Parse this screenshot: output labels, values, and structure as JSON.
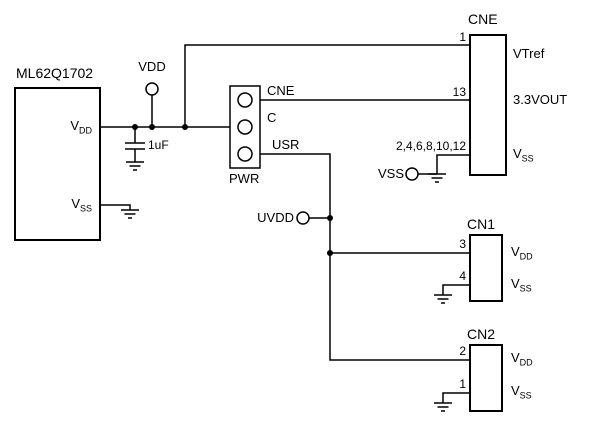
{
  "diagram": {
    "mcu": {
      "title": "ML62Q1702",
      "pin_vdd": {
        "base": "V",
        "sub": "DD"
      },
      "pin_vss": {
        "base": "V",
        "sub": "SS"
      }
    },
    "power": {
      "vdd_label": "VDD",
      "cap_value": "1uF",
      "uvdd_label": "UVDD",
      "vss_label": "VSS"
    },
    "pwr_block": {
      "title": "PWR",
      "pin_top": "CNE",
      "pin_mid": "C",
      "pin_bottom": "USR"
    },
    "cne": {
      "title": "CNE",
      "pin1_num": "1",
      "pin1_name": "VTref",
      "pin13_num": "13",
      "pin13_name": "3.3VOUT",
      "vss_nums": "2,4,6,8,10,12",
      "vss_name": {
        "base": "V",
        "sub": "SS"
      }
    },
    "cn1": {
      "title": "CN1",
      "pin3_num": "3",
      "pin3_name": {
        "base": "V",
        "sub": "DD"
      },
      "pin4_num": "4",
      "pin4_name": {
        "base": "V",
        "sub": "SS"
      }
    },
    "cn2": {
      "title": "CN2",
      "pin2_num": "2",
      "pin2_name": {
        "base": "V",
        "sub": "DD"
      },
      "pin1_num": "1",
      "pin1_name": {
        "base": "V",
        "sub": "SS"
      }
    },
    "colors": {
      "line": "#000000",
      "background": "#ffffff"
    }
  }
}
